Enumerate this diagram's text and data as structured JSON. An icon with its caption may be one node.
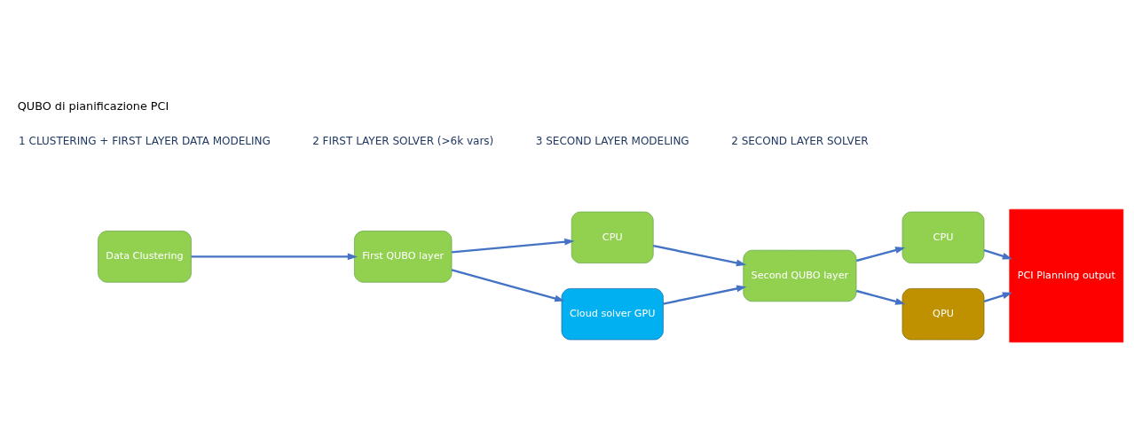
{
  "diagram": {
    "title": "QUBO di pianificazione PCI",
    "nodes": [
      {
        "text": [
          "Data Clustering"
        ]
      },
      {
        "text": [
          "First QUBO layer"
        ]
      },
      {
        "text": [
          "CPU"
        ]
      },
      {
        "text": [
          "Cloud solver GPU"
        ]
      },
      {
        "text": [
          "Second QUBO layer"
        ]
      },
      {
        "text": [
          "CPU"
        ]
      },
      {
        "text": [
          "QPU"
        ]
      },
      {
        "text": [
          "PCI Planning output"
        ]
      }
    ],
    "edges": [
      {
        "from": 0,
        "to": 1,
        "arrow": "to"
      },
      {
        "from": 1,
        "to": 2,
        "arrow": "to"
      },
      {
        "from": 1,
        "to": 3,
        "arrow": "to"
      },
      {
        "from": 2,
        "to": 4,
        "arrow": "to"
      },
      {
        "from": 3,
        "to": 4,
        "arrow": "to"
      },
      {
        "from": 4,
        "to": 5,
        "arrow": "to"
      },
      {
        "from": 4,
        "to": 6,
        "arrow": "to"
      },
      {
        "from": 5,
        "to": 7,
        "arrow": "to"
      },
      {
        "from": 6,
        "to": 7,
        "arrow": "to"
      }
    ],
    "labels": [
      "1 CLUSTERING + FIRST LAYER DATA MODELING",
      "2 FIRST LAYER SOLVER (>6k vars)",
      "3 SECOND LAYER MODELING",
      "2 SECOND LAYER SOLVER"
    ]
  }
}
